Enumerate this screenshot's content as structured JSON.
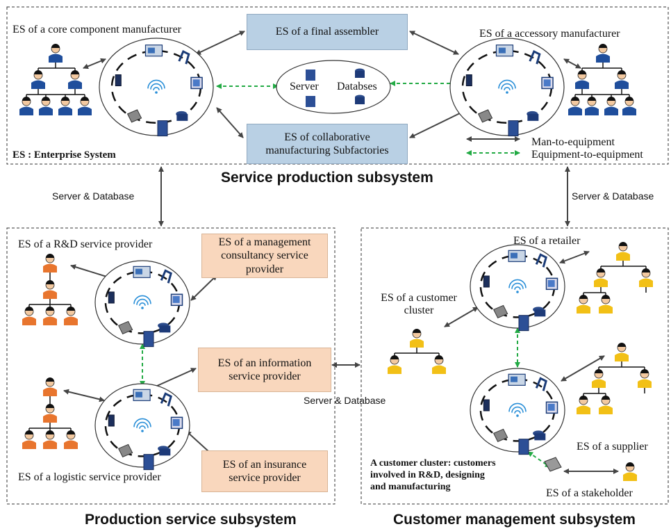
{
  "service_production": {
    "title": "Service production subsystem",
    "core_manufacturer": "ES of a core  component manufacturer",
    "final_assembler": "ES of a final assembler",
    "accessory_manufacturer": "ES of  a accessory manufacturer",
    "collaborative_line1": "ES of collaborative",
    "collaborative_line2": "manufacturing Subfactories",
    "server_label": "Server",
    "database_label": "Databses",
    "es_definition": "ES : Enterprise System",
    "legend": {
      "man_to_equipment": "Man-to-equipment",
      "equipment_to_equipment": "Equipment-to-equipment",
      "man_color": "#444444",
      "equipment_color": "#22aa44"
    }
  },
  "connections": {
    "server_database_left": "Server & Database",
    "server_database_right": "Server & Database",
    "server_database_bottom": "Server & Database"
  },
  "production_service": {
    "title": "Production service subsystem",
    "rd_provider": "ES of a R&D service provider",
    "management_line1": "ES of a management",
    "management_line2": "consultancy service",
    "management_line3": "provider",
    "information_line1": "ES of an information",
    "information_line2": "service provider",
    "insurance_line1": "ES of an insurance",
    "insurance_line2": "service provider",
    "logistic_provider": "ES of a logistic  service provider"
  },
  "customer_management": {
    "title": "Customer management  subsystem",
    "retailer": "ES of a retailer",
    "customer_cluster_line1": "ES of a customer",
    "customer_cluster_line2": "cluster",
    "supplier": "ES of a supplier",
    "stakeholder": "ES of a stakeholder",
    "note_line1": "A customer cluster: customers",
    "note_line2": "involved  in R&D, designing",
    "note_line3": "and manufacturing"
  },
  "colors": {
    "blue_box": "#b9d0e4",
    "peach_box": "#f9d7bd",
    "person_blue": "#1f4e9c",
    "person_orange": "#e8752e",
    "person_yellow": "#f2c016"
  }
}
